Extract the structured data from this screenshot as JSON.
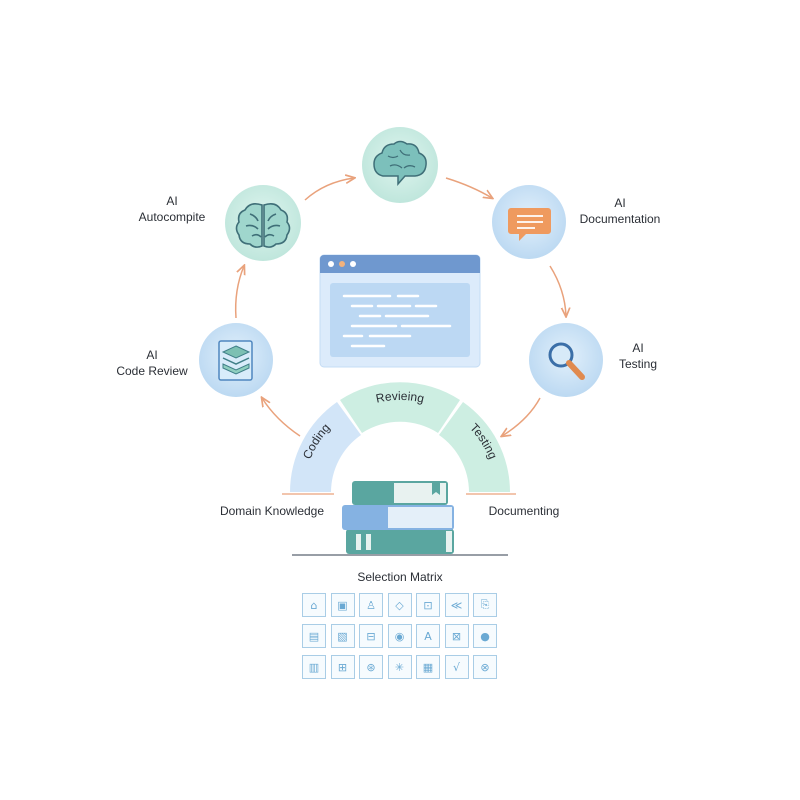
{
  "nodes": {
    "top": {
      "icon": "brain-speech-icon"
    },
    "autocomplete": {
      "line1": "AI",
      "line2": "Autocompite",
      "icon": "brain-icon"
    },
    "documentation": {
      "line1": "AI",
      "line2": "Documentation",
      "icon": "chat-bubble-icon"
    },
    "testing": {
      "line1": "AI",
      "line2": "Testing",
      "icon": "magnifier-icon"
    },
    "code_review": {
      "line1": "AI",
      "line2": "Code Review",
      "icon": "layers-icon"
    }
  },
  "arc": {
    "segments": [
      "Coding",
      "Revieing",
      "Testing"
    ]
  },
  "base": {
    "left_label": "Domain Knowledge",
    "right_label": "Documenting"
  },
  "matrix": {
    "title": "Selection Matrix",
    "cells": [
      "⌂",
      "▣",
      "♙",
      "◇",
      "⊡",
      "≪",
      "⎘",
      "▤",
      "▧",
      "⊟",
      "◉",
      "A",
      "⊠",
      "●",
      "▥",
      "⊞",
      "⊛",
      "✳",
      "▦",
      "√",
      "⊗"
    ]
  },
  "colors": {
    "teal": "#cdeee6",
    "blue": "#cfe5f7",
    "arrow": "#e9a27c",
    "window_header": "#6f98cf",
    "book_teal": "#5aa6a0",
    "book_blue": "#85b2e2"
  }
}
